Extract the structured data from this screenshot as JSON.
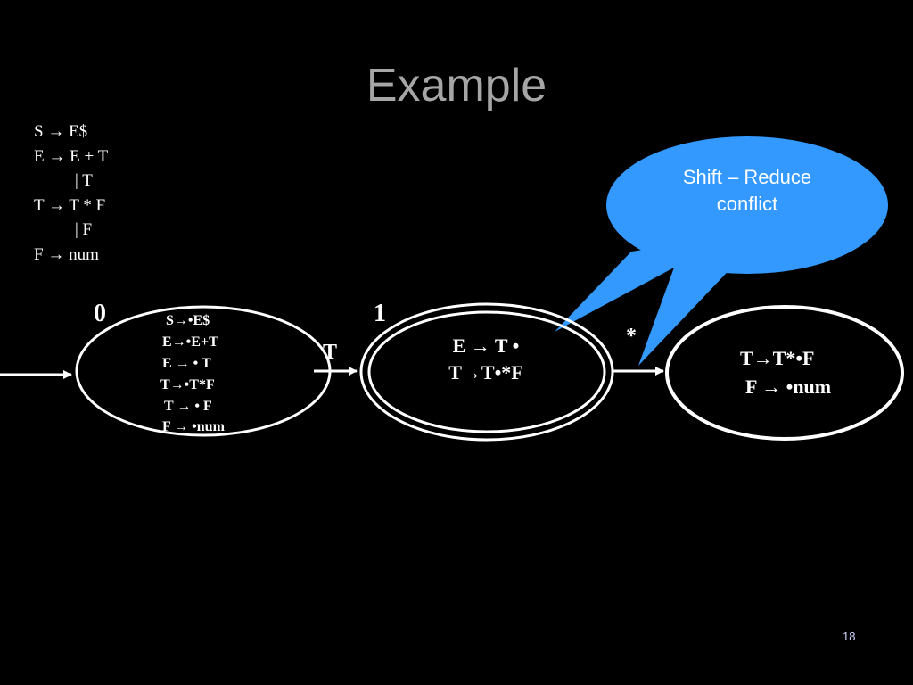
{
  "slide": {
    "title": "Example",
    "page_number": "18"
  },
  "grammar": [
    {
      "text": "S → E$",
      "indent": false
    },
    {
      "text": "E → E + T",
      "indent": false
    },
    {
      "text": "| T",
      "indent": true
    },
    {
      "text": "T → T * F",
      "indent": false
    },
    {
      "text": "| F",
      "indent": true
    },
    {
      "text": "F → num",
      "indent": false
    }
  ],
  "states": {
    "s0": {
      "label": "0",
      "items": [
        "S→•E$",
        "E→•E+T",
        "E → • T",
        "T→•T*F",
        "T → • F",
        "F → •num"
      ]
    },
    "s1": {
      "label": "1",
      "items": [
        "E → T •",
        "T→T•*F"
      ]
    },
    "s2": {
      "items": [
        "T→T*•F",
        "F → •num"
      ]
    }
  },
  "transitions": {
    "t01": "T",
    "t12": "*"
  },
  "callout": {
    "line1": "Shift – Reduce",
    "line2": "conflict",
    "color": "#3399ff"
  }
}
